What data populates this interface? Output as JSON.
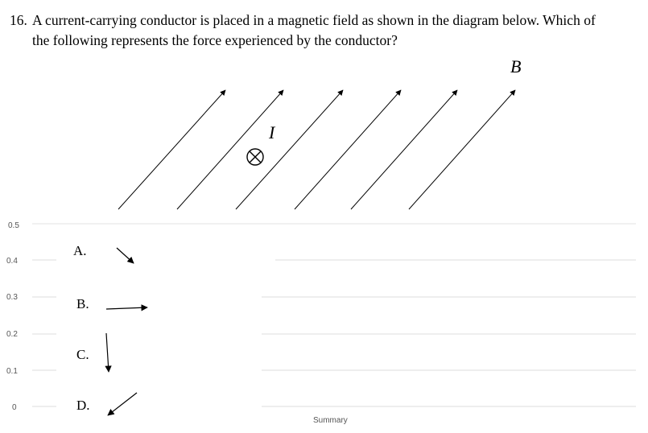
{
  "question": {
    "number": "16.",
    "line1": "A current-carrying conductor is placed in a magnetic field as shown in the diagram below. Which of",
    "line2": "the following represents the force experienced by the conductor?"
  },
  "diagram": {
    "field_label": "B",
    "current_label": "I",
    "conductor_symbol": "cross-into-page"
  },
  "options": [
    {
      "label": "A.",
      "arrow_direction": "down-right"
    },
    {
      "label": "B.",
      "arrow_direction": "right"
    },
    {
      "label": "C.",
      "arrow_direction": "down"
    },
    {
      "label": "D.",
      "arrow_direction": "down-left"
    }
  ],
  "background_chart": {
    "y_ticks": [
      "0.4",
      "0.3",
      "0.2",
      "0.1",
      "0"
    ],
    "x_label": "Summary"
  }
}
